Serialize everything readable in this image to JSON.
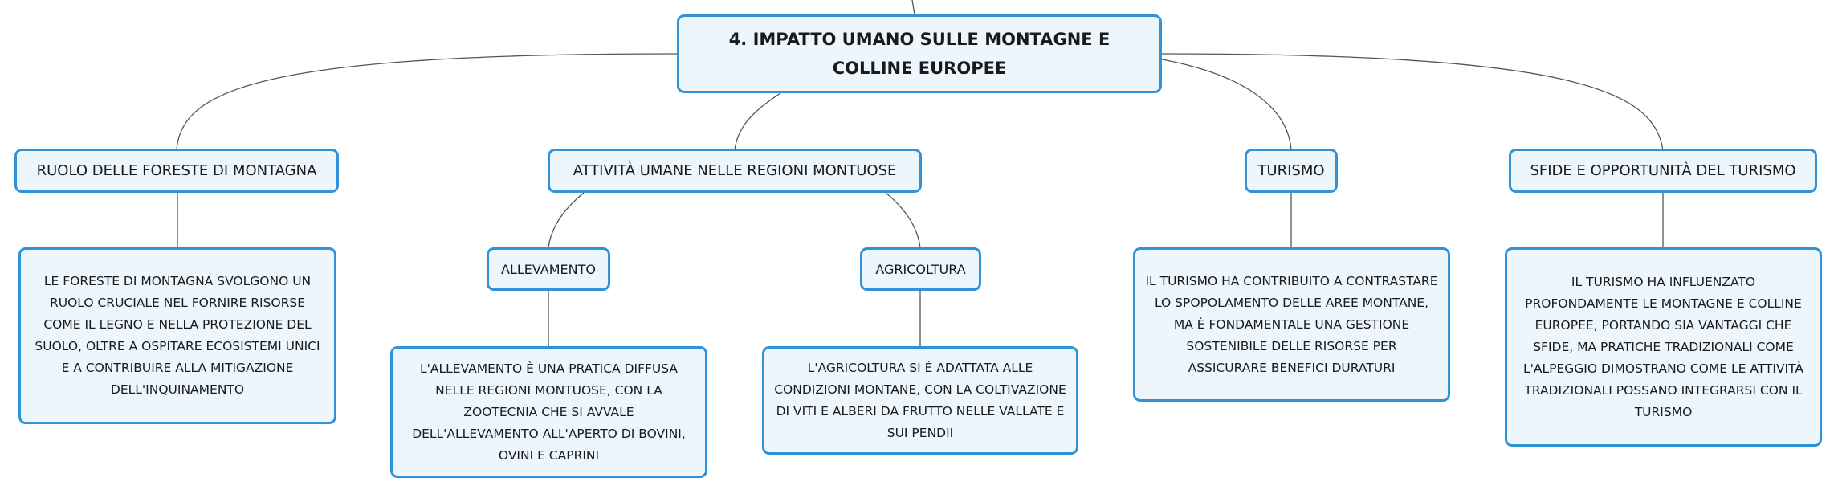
{
  "root": {
    "title": "4. IMPATTO UMANO SULLE MONTAGNE E COLLINE EUROPEE"
  },
  "topics": [
    {
      "label": "RUOLO DELLE FORESTE DI MONTAGNA"
    },
    {
      "label": "ATTIVITÀ UMANE NELLE REGIONI MONTUOSE"
    },
    {
      "label": "TURISMO"
    },
    {
      "label": "SFIDE E OPPORTUNITÀ DEL TURISMO"
    }
  ],
  "subtopics": [
    {
      "label": "ALLEVAMENTO"
    },
    {
      "label": "AGRICOLTURA"
    }
  ],
  "details": [
    {
      "text": "LE FORESTE DI MONTAGNA SVOLGONO UN RUOLO CRUCIALE NEL FORNIRE RISORSE COME IL LEGNO E NELLA PROTEZIONE DEL SUOLO, OLTRE A OSPITARE ECOSISTEMI UNICI E A CONTRIBUIRE ALLA MITIGAZIONE DELL'INQUINAMENTO"
    },
    {
      "text": "L'ALLEVAMENTO È UNA PRATICA DIFFUSA NELLE REGIONI MONTUOSE, CON LA ZOOTECNIA CHE SI AVVALE DELL'ALLEVAMENTO ALL'APERTO DI BOVINI, OVINI E CAPRINI"
    },
    {
      "text": "L'AGRICOLTURA SI È ADATTATA ALLE CONDIZIONI MONTANE, CON LA COLTIVAZIONE DI VITI E ALBERI DA FRUTTO NELLE VALLATE E SUI PENDII"
    },
    {
      "text": "IL TURISMO HA CONTRIBUITO A CONTRASTARE LO SPOPOLAMENTO DELLE AREE MONTANE, MA È FONDAMENTALE UNA GESTIONE SOSTENIBILE DELLE RISORSE PER ASSICURARE BENEFICI DURATURI"
    },
    {
      "text": "IL TURISMO HA INFLUENZATO PROFONDAMENTE LE MONTAGNE E COLLINE EUROPEE, PORTANDO SIA VANTAGGI CHE SFIDE, MA PRATICHE TRADIZIONALI COME L'ALPEGGIO DIMOSTRANO COME LE ATTIVITÀ TRADIZIONALI POSSANO INTEGRARSI CON IL TURISMO"
    }
  ],
  "colors": {
    "node_border": "#2f93d9",
    "node_fill": "#eef6fd",
    "connector": "#555555"
  }
}
